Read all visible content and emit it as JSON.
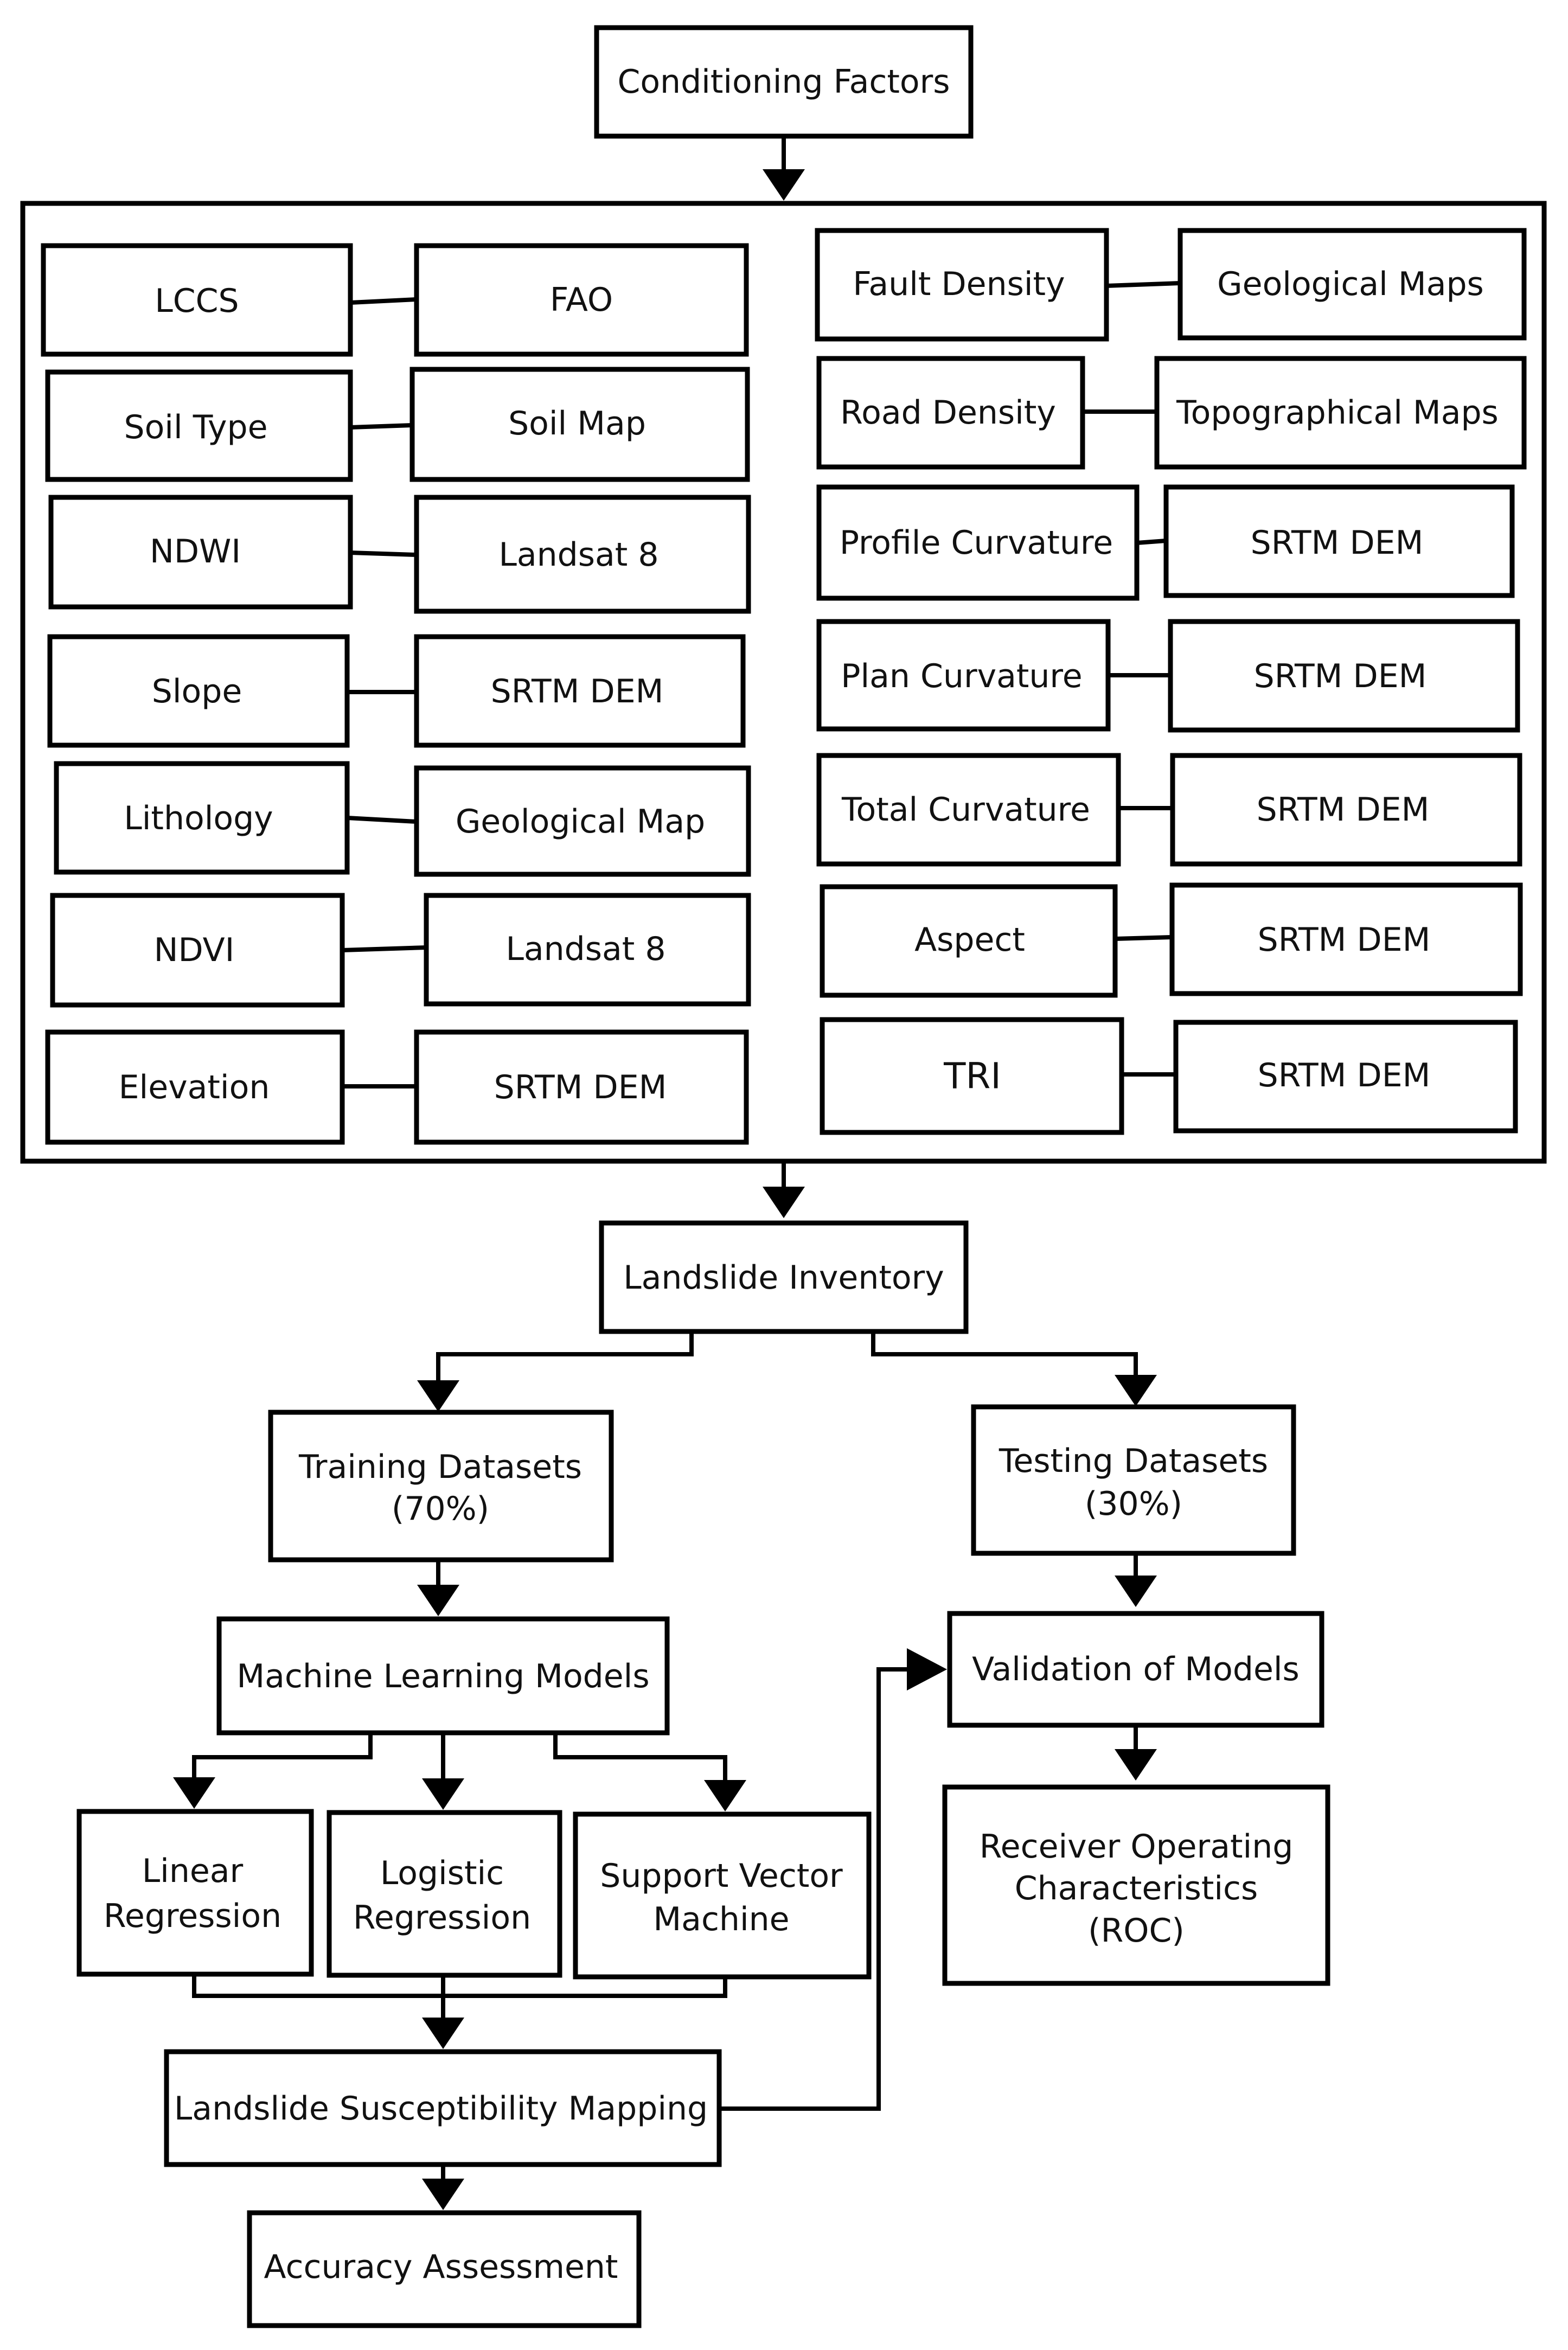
{
  "top": {
    "conditioning_factors": "Conditioning Factors"
  },
  "factors_left": [
    {
      "factor": "LCCS",
      "source": "FAO"
    },
    {
      "factor": "Soil Type",
      "source": "Soil Map"
    },
    {
      "factor": "NDWI",
      "source": "Landsat 8"
    },
    {
      "factor": "Slope",
      "source": "SRTM DEM"
    },
    {
      "factor": "Lithology",
      "source": "Geological Map"
    },
    {
      "factor": "NDVI",
      "source": "Landsat 8"
    },
    {
      "factor": "Elevation",
      "source": "SRTM DEM"
    }
  ],
  "factors_right": [
    {
      "factor": "Fault Density",
      "source": "Geological Maps"
    },
    {
      "factor": "Road Density",
      "source": "Topographical Maps"
    },
    {
      "factor": "Profile Curvature",
      "source": "SRTM DEM"
    },
    {
      "factor": "Plan Curvature",
      "source": "SRTM DEM"
    },
    {
      "factor": "Total Curvature",
      "source": "SRTM DEM"
    },
    {
      "factor": "Aspect",
      "source": "SRTM DEM"
    },
    {
      "factor": "TRI",
      "source": "SRTM DEM"
    }
  ],
  "flow": {
    "inventory": "Landslide Inventory",
    "training": [
      "Training Datasets",
      "(70%)"
    ],
    "testing": [
      "Testing Datasets",
      "(30%)"
    ],
    "ml_models": "Machine Learning Models",
    "validation": "Validation of Models",
    "roc": [
      "Receiver Operating",
      "Characteristics",
      "(ROC)"
    ],
    "linear": [
      "Linear",
      "Regression"
    ],
    "logistic": [
      "Logistic",
      "Regression"
    ],
    "svm": [
      "Support Vector",
      "Machine"
    ],
    "mapping": "Landslide Susceptibility Mapping",
    "accuracy": "Accuracy Assessment"
  }
}
